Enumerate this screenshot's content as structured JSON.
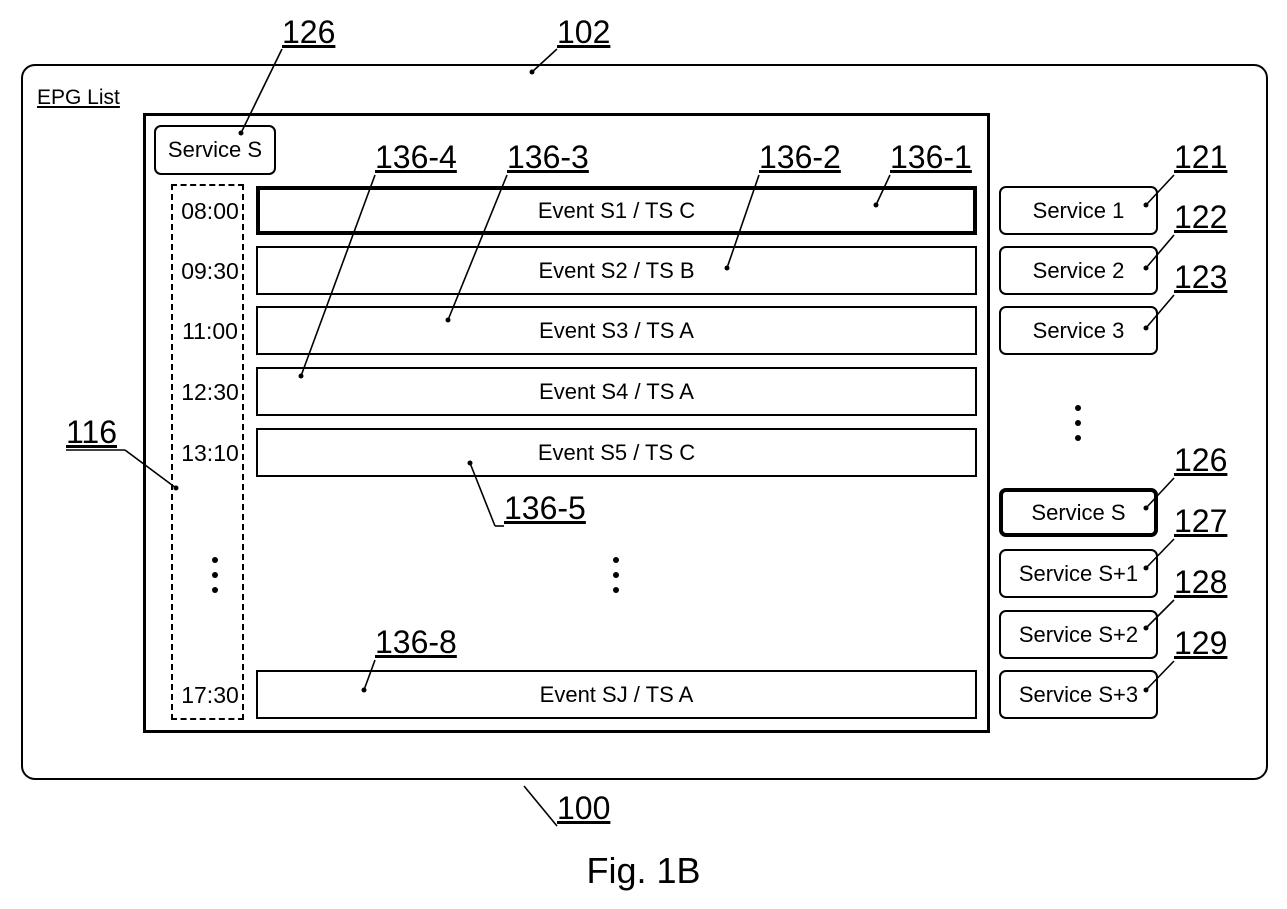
{
  "figure_label": "Fig. 1B",
  "screen": {
    "title": "EPG List",
    "current_service_label": "Service S",
    "times": [
      "08:00",
      "09:30",
      "11:00",
      "12:30",
      "13:10",
      "17:30"
    ],
    "events": [
      {
        "label": "Event S1 / TS C",
        "selected": true
      },
      {
        "label": "Event S2 / TS B",
        "selected": false
      },
      {
        "label": "Event S3 / TS A",
        "selected": false
      },
      {
        "label": "Event S4 / TS A",
        "selected": false
      },
      {
        "label": "Event S5 / TS C",
        "selected": false
      },
      {
        "label": "Event SJ / TS A",
        "selected": false
      }
    ],
    "services": [
      {
        "label": "Service 1",
        "selected": false
      },
      {
        "label": "Service 2",
        "selected": false
      },
      {
        "label": "Service 3",
        "selected": false
      },
      {
        "label": "Service S",
        "selected": true
      },
      {
        "label": "Service S+1",
        "selected": false
      },
      {
        "label": "Service S+2",
        "selected": false
      },
      {
        "label": "Service S+3",
        "selected": false
      }
    ]
  },
  "reference_numerals": {
    "device": "100",
    "screen": "102",
    "time_column": "116",
    "header_service": "126",
    "event_1": "136-1",
    "event_2": "136-2",
    "event_3": "136-3",
    "event_4": "136-4",
    "event_5": "136-5",
    "event_last": "136-8",
    "service_1": "121",
    "service_2": "122",
    "service_3": "123",
    "service_s": "126",
    "service_s1": "127",
    "service_s2": "128",
    "service_s3": "129"
  }
}
